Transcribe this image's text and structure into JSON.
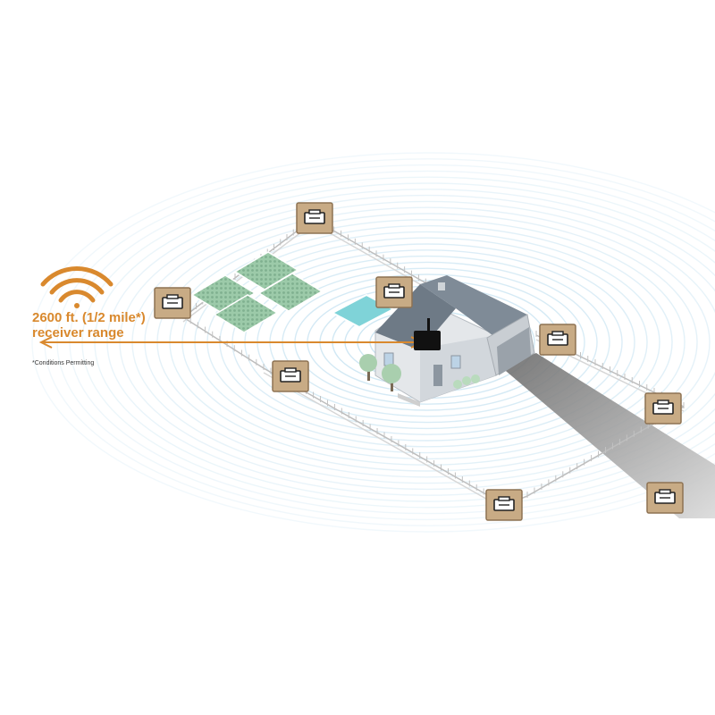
{
  "range": {
    "line1": "2600 ft. (1/2 mile*)",
    "line2": "receiver range",
    "footnote": "*Conditions Permitting"
  },
  "colors": {
    "accent": "#d9892e",
    "wave": "#c9e4f2",
    "sensor_box": "#c8ab85",
    "sensor_border": "#8e7353",
    "roof": "#6e7a86",
    "house_wall": "#e4e7ea",
    "receiver": "#111111",
    "grass_panel": "#8fbf9f",
    "pool": "#7fd3d8",
    "driveway": "#777777"
  },
  "icons": {
    "signal": "wifi-signal-icon",
    "sensor": "outdoor-sensor-icon",
    "receiver": "receiver-antenna-icon"
  }
}
